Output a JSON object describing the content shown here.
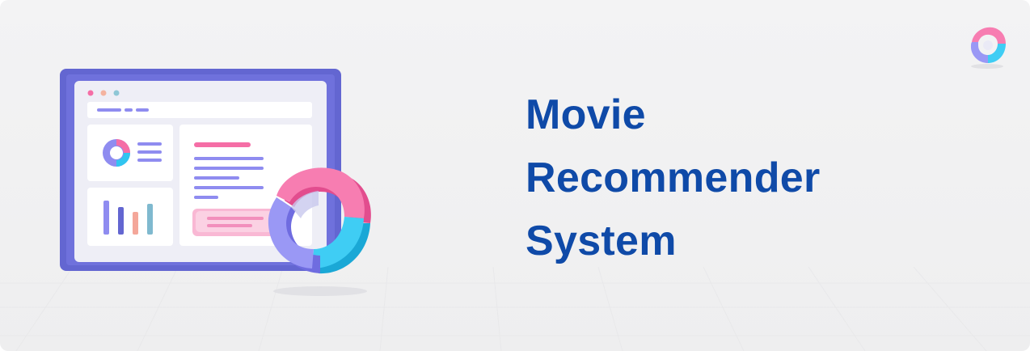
{
  "banner": {
    "title_lines": [
      "Movie",
      "Recommender",
      "System"
    ]
  },
  "colors": {
    "title": "#0f4aa8",
    "background": "#f2f2f3",
    "monitor_frame": "#6366d1",
    "pink": "#f56ea6",
    "cyan": "#30c5f0",
    "lavender": "#8f8cf0"
  },
  "icons": {
    "illustration": "dashboard-monitor-illustration",
    "chart_3d": "donut-chart-3d-icon",
    "logo": "donut-logo-icon"
  }
}
